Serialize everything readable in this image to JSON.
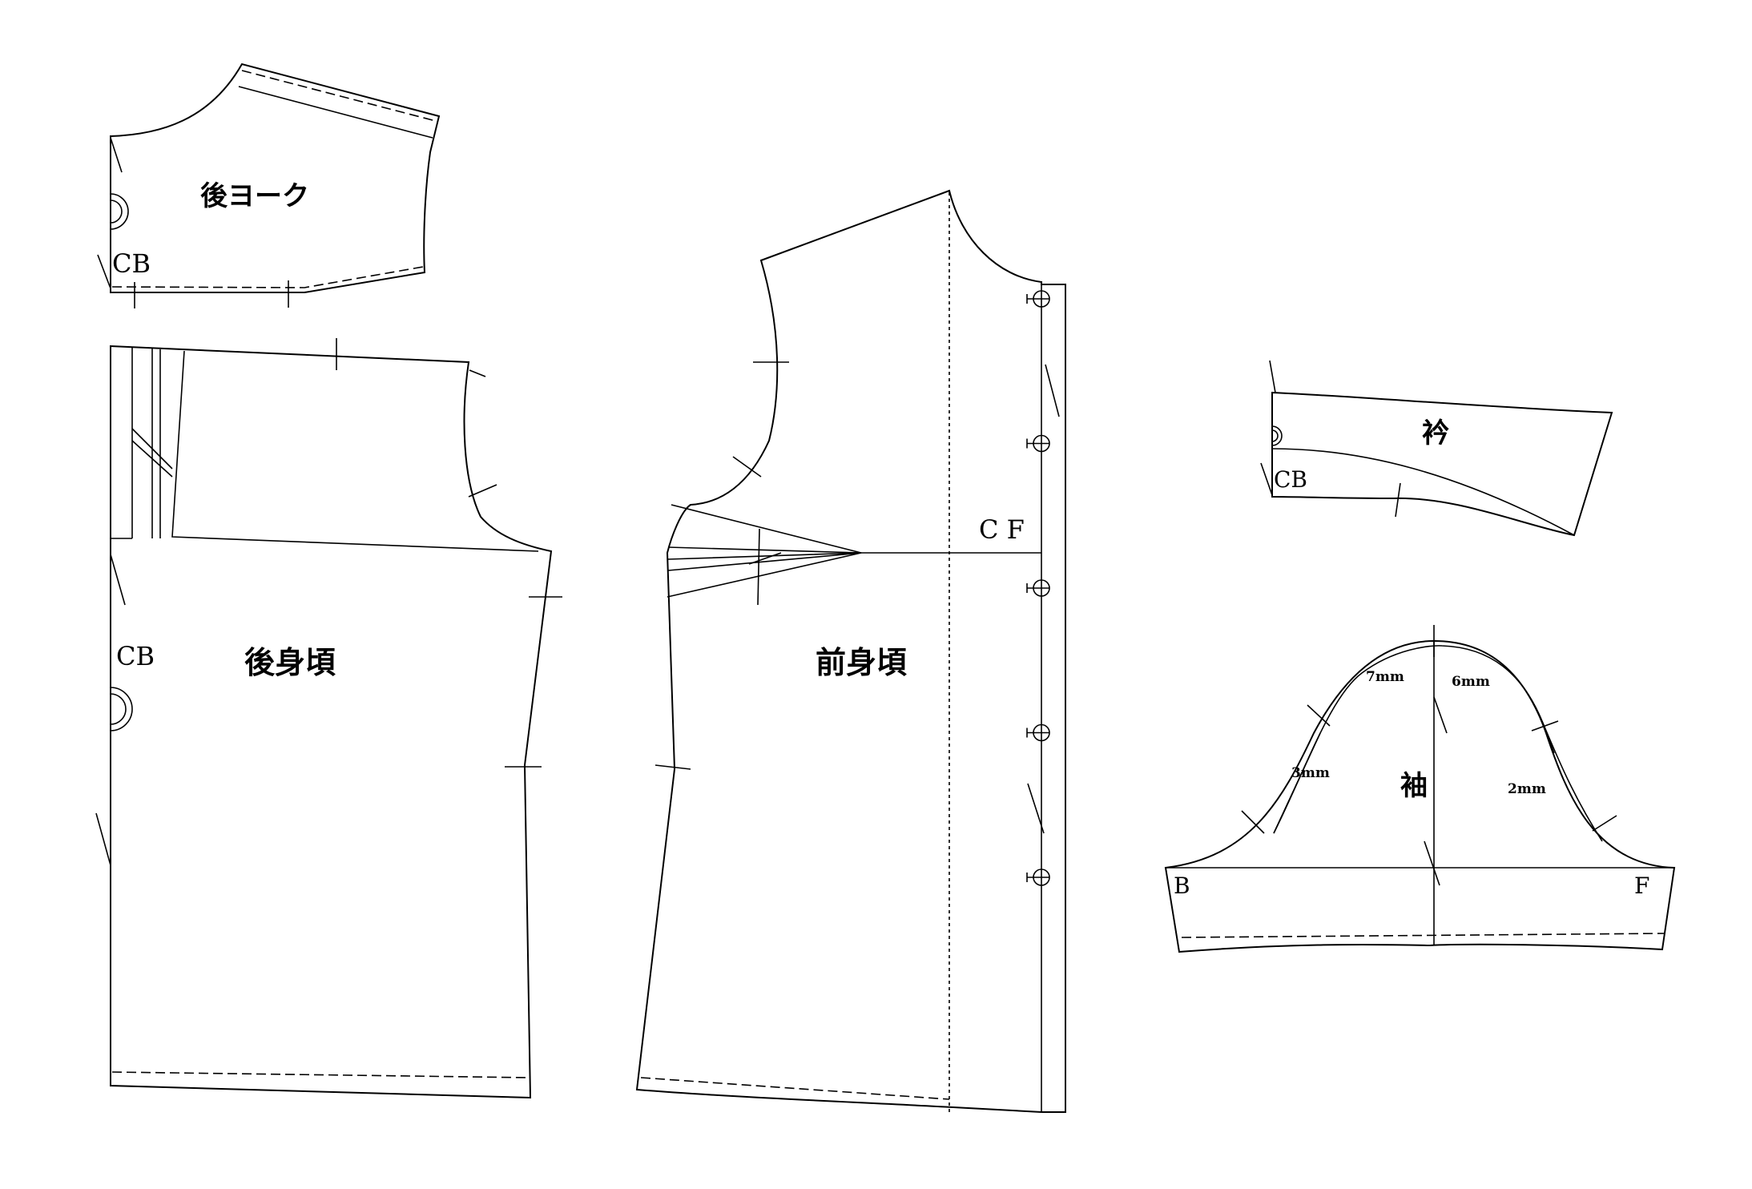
{
  "pieces": {
    "back_yoke": {
      "name": "後ヨーク",
      "mark": "CB"
    },
    "back_bodice": {
      "name": "後身頃",
      "mark": "CB"
    },
    "front_bodice": {
      "name": "前身頃",
      "mark": "C F"
    },
    "collar": {
      "name": "衿",
      "mark": "CB"
    },
    "sleeve": {
      "name": "袖",
      "back_mark": "B",
      "front_mark": "F",
      "ease_notes": [
        "7mm",
        "6mm",
        "3mm",
        "2mm"
      ]
    }
  },
  "front_buttons": 5
}
